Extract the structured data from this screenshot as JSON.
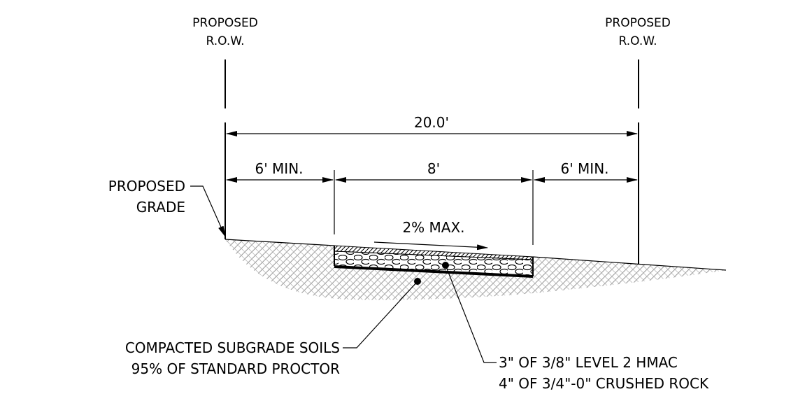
{
  "row_left": {
    "line1": "PROPOSED",
    "line2": "R.O.W."
  },
  "row_right": {
    "line1": "PROPOSED",
    "line2": "R.O.W."
  },
  "dim_total": "20.0'",
  "dim_left": "6' MIN.",
  "dim_center": "8'",
  "dim_right": "6' MIN.",
  "grade_label": {
    "line1": "PROPOSED",
    "line2": "GRADE"
  },
  "slope_label": "2% MAX.",
  "subgrade_label": {
    "line1": "COMPACTED SUBGRADE SOILS",
    "line2": "95% OF STANDARD PROCTOR"
  },
  "material_label": {
    "line1": "3\" OF 3/8\" LEVEL 2 HMAC",
    "line2": "4\" OF 3/4\"-0\" CRUSHED ROCK"
  }
}
